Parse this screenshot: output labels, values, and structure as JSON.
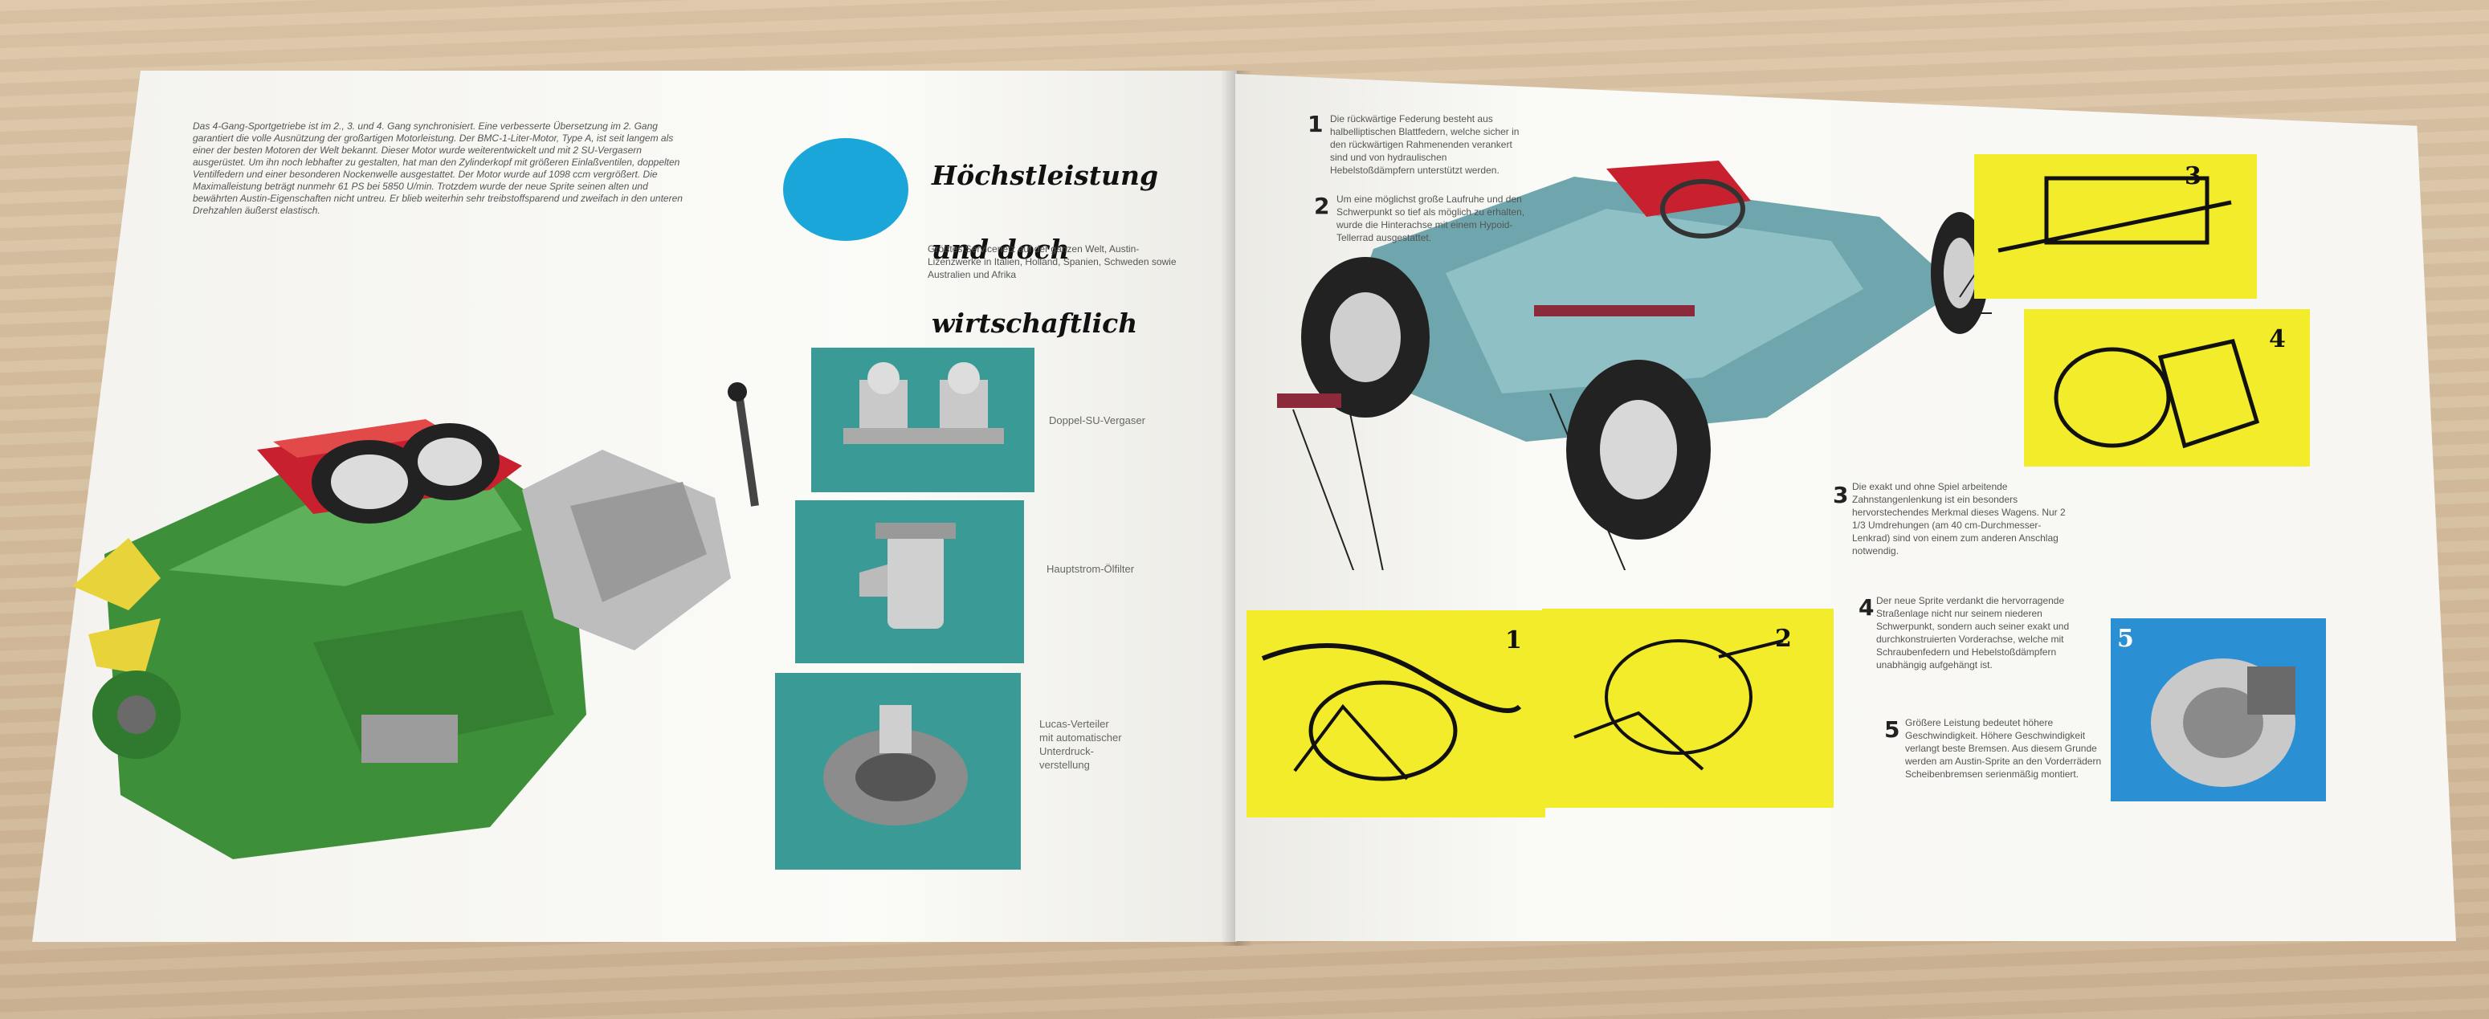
{
  "left_page": {
    "intro_text": "Das 4-Gang-Sportgetriebe ist im 2., 3. und 4. Gang synchronisiert. Eine verbesserte Übersetzung im 2. Gang garantiert die volle Ausnützung der großartigen Motorleistung. Der BMC-1-Liter-Motor, Type A, ist seit langem als einer der besten Motoren der Welt bekannt. Dieser Motor wurde weiterentwickelt und mit 2 SU-Vergasern ausgerüstet. Um ihn noch lebhafter zu gestalten, hat man den Zylinderkopf mit größeren Einlaßventilen, doppelten Ventilfedern und einer besonderen Nockenwelle ausgestattet. Der Motor wurde auf 1098 ccm vergrößert. Die Maximalleistung beträgt nunmehr 61 PS bei 5850 U/min. Trotzdem wurde der neue Sprite seinen alten und bewährten Austin-Eigenschaften nicht untreu. Er blieb weiterhin sehr treibstoffsparend und zweifach in den unteren Drehzahlen äußerst elastisch.",
    "headline_line1": "Höchstleistung",
    "headline_line2": "und doch",
    "headline_line3": "wirtschaftlich",
    "subtext": "Größtes Servicenetz auf der ganzen Welt, Austin-Lizenzwerke in Italien, Holland, Spanien, Schweden sowie Australien und Afrika",
    "thumb_labels": [
      "Doppel-SU-Vergaser",
      "Hauptstrom-Ölfilter",
      "Lucas-Verteiler\nmit automatischer\nUnterdruck-\nverstellung"
    ]
  },
  "right_page": {
    "note1": "Die rückwärtige Federung besteht aus halbelliptischen Blattfedern, welche sicher in den rückwärtigen Rahmenenden verankert sind und von hydraulischen Hebelstoßdämpfern unterstützt werden.",
    "note2": "Um eine möglichst große Laufruhe und den Schwerpunkt so tief als möglich zu erhalten, wurde die Hinterachse mit einem Hypoid-Tellerrad ausgestattet.",
    "note3": "Die exakt und ohne Spiel arbeitende Zahnstangenlenkung ist ein besonders hervorstechendes Merkmal dieses Wagens. Nur 2 1/3 Umdrehungen (am 40 cm-Durchmesser-Lenkrad) sind von einem zum anderen Anschlag notwendig.",
    "note4": "Der neue Sprite verdankt die hervorragende Straßenlage nicht nur seinem niederen Schwerpunkt, sondern auch seiner exakt und durchkonstruierten Vorderachse, welche mit Schraubenfedern und Hebelstoßdämpfern unabhängig aufgehängt ist.",
    "note5": "Größere Leistung bedeutet höhere Geschwindigkeit. Höhere Geschwindigkeit verlangt beste Bremsen. Aus diesem Grunde werden am Austin-Sprite an den Vorderrädern Scheibenbremsen serienmäßig montiert.",
    "numbers": [
      "1",
      "2",
      "3",
      "4",
      "5"
    ]
  },
  "colors": {
    "accent_blue": "#1aa6d8",
    "diagram_yellow": "#f2ec2a",
    "thumb_teal": "#3a9a96",
    "chassis_blue": "#6fa6ad",
    "engine_green": "#3d8f3a",
    "head_red": "#c8202e"
  }
}
